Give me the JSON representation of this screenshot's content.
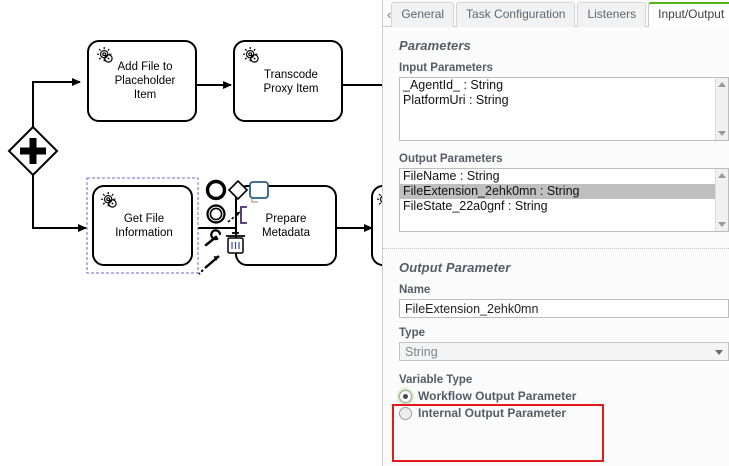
{
  "diagram": {
    "gateway": {
      "type": "parallel-gateway",
      "symbol": "+"
    },
    "nodes": [
      {
        "id": "add-file",
        "label_lines": [
          "Add File to",
          "Placeholder",
          "Item"
        ],
        "icon": "service-task-gear-icon"
      },
      {
        "id": "transcode",
        "label_lines": [
          "Transcode",
          "Proxy Item"
        ],
        "icon": "service-task-gear-icon"
      },
      {
        "id": "get-file-info",
        "label_lines": [
          "Get File",
          "Information"
        ],
        "icon": "service-task-gear-icon",
        "selected": true
      },
      {
        "id": "prepare-metadata",
        "label_lines": [
          "Prepare",
          "Metadata"
        ],
        "icon": "none"
      },
      {
        "id": "partial-right",
        "label_lines": [],
        "icon": "service-task-gear-icon"
      }
    ],
    "context_pad": {
      "icons": [
        "append-end-event-icon",
        "append-gateway-icon",
        "append-task-icon",
        "append-intermediate-event-icon",
        "connect-icon",
        "wrench-settings-icon",
        "delete-trash-icon",
        "append-text-annotation-icon"
      ]
    },
    "selection_color": "#6b6bd6"
  },
  "panel": {
    "tabs": [
      {
        "id": "general",
        "label": "General",
        "active": false
      },
      {
        "id": "task-configuration",
        "label": "Task Configuration",
        "active": false
      },
      {
        "id": "listeners",
        "label": "Listeners",
        "active": false
      },
      {
        "id": "input-output",
        "label": "Input/Output",
        "active": true
      }
    ],
    "scroll_left_icon": "chevron-left-icon",
    "active_tab_accent": "#52b415",
    "parameters_group": {
      "title": "Parameters",
      "input_parameters": {
        "label": "Input Parameters",
        "items": [
          {
            "text": "_AgentId_ : String",
            "selected": false
          },
          {
            "text": "PlatformUri : String",
            "selected": false
          }
        ]
      },
      "output_parameters": {
        "label": "Output Parameters",
        "items": [
          {
            "text": "FileName : String",
            "selected": false
          },
          {
            "text": "FileExtension_2ehk0mn : String",
            "selected": true
          },
          {
            "text": "FileState_22a0gnf : String",
            "selected": false
          }
        ]
      }
    },
    "output_parameter_group": {
      "title": "Output Parameter",
      "name_label": "Name",
      "name_value": "FileExtension_2ehk0mn",
      "type_label": "Type",
      "type_value": "String",
      "type_caret_icon": "chevron-down-icon",
      "variable_type_label": "Variable Type",
      "variable_type_options": [
        {
          "label": "Workflow Output Parameter",
          "checked": true
        },
        {
          "label": "Internal Output Parameter",
          "checked": false
        }
      ]
    },
    "annotation": {
      "color": "#e01b1b",
      "name": "red-highlight-box"
    }
  }
}
